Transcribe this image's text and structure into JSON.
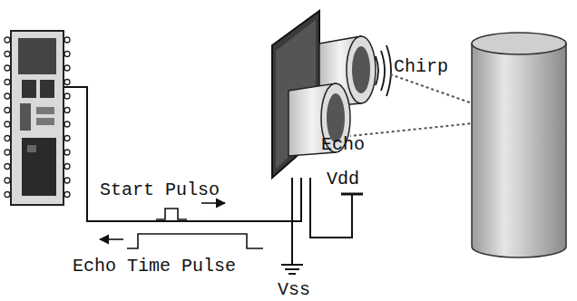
{
  "diagram": {
    "labels": [
      "Chirp",
      "Echo",
      "Start Pulso",
      "Vdd",
      "Echo Time Pulse",
      "Vss"
    ]
  }
}
